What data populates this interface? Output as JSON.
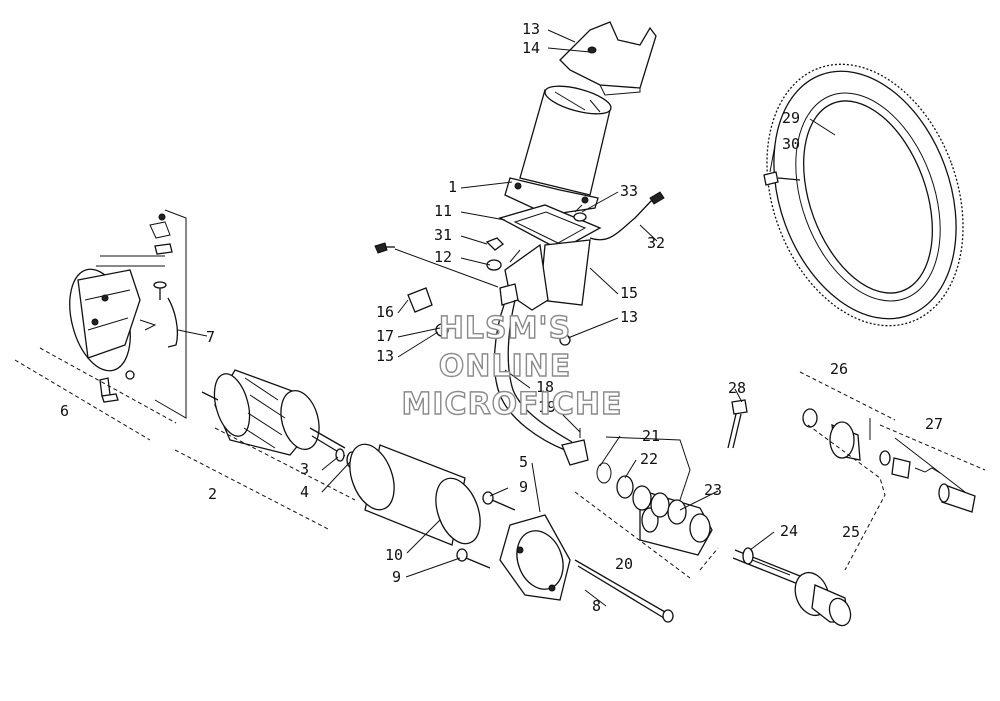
{
  "callouts": {
    "c1": "1",
    "c2": "2",
    "c3": "3",
    "c4": "4",
    "c5": "5",
    "c6": "6",
    "c7": "7",
    "c8": "8",
    "c9a": "9",
    "c9b": "9",
    "c10": "10",
    "c11": "11",
    "c12": "12",
    "c13a": "13",
    "c13b": "13",
    "c13c": "13",
    "c14": "14",
    "c15": "15",
    "c16": "16",
    "c17": "17",
    "c18": "18",
    "c19": "19",
    "c20": "20",
    "c21": "21",
    "c22": "22",
    "c23": "23",
    "c24": "24",
    "c25": "25",
    "c26": "26",
    "c27": "27",
    "c28": "28",
    "c29": "29",
    "c30": "30",
    "c31": "31",
    "c32": "32",
    "c33": "33"
  },
  "watermark": {
    "line1": "HLSM'S",
    "line2": "ONLINE",
    "line3": "MICROFICHE"
  }
}
